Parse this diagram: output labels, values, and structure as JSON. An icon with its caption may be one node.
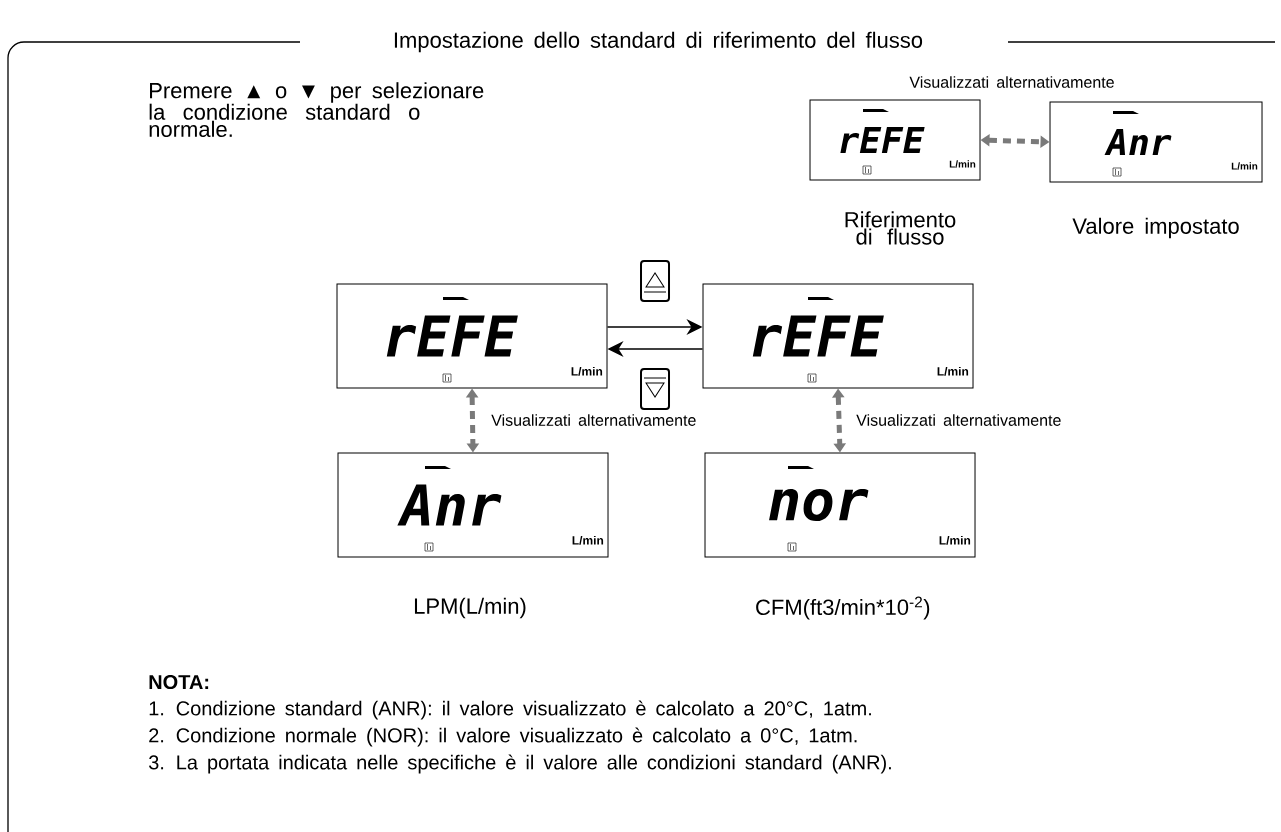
{
  "diagram": {
    "title": "Impostazione dello standard di riferimento del flusso",
    "nodes": [
      {
        "text": [
          "rEFE",
          "L/min"
        ],
        "beside": [
          "Riferimento di flusso"
        ]
      },
      {
        "text": [
          "Anr",
          "L/min"
        ],
        "beside": [
          "Valore impostato"
        ]
      },
      {
        "text": [
          "rEFE",
          "L/min"
        ]
      },
      {
        "text": [
          "rEFE",
          "L/min"
        ]
      },
      {
        "text": [
          "Anr",
          "L/min"
        ],
        "beside": [
          "LPM(L/min)"
        ]
      },
      {
        "text": [
          "nor",
          "L/min"
        ],
        "beside": [
          "CFM(ft3/min*10$^{-2}$)"
        ]
      }
    ],
    "edges": [
      {
        "from": 0,
        "to": 1,
        "arrow": "both",
        "label": "Visualizzati alternativamente",
        "style": "dashed"
      },
      {
        "from": 2,
        "to": 3,
        "arrow": "to",
        "color": "#000000"
      },
      {
        "from": 3,
        "to": 2,
        "arrow": "to",
        "color": "#000000"
      },
      {
        "from": 2,
        "to": 4,
        "arrow": "both",
        "label": "Visualizzati alternativamente",
        "style": "dashed"
      },
      {
        "from": 3,
        "to": 5,
        "arrow": "both",
        "label": "Visualizzati alternativamente",
        "style": "dashed"
      }
    ],
    "labels": [
      "Premere ▲ o ▼ per selezionare la condizione standard o normale.",
      "NOTA:",
      "1. Condizione standard (ANR): il valore visualizzato è calcolato a 20°C, 1atm.",
      "2. Condizione normale (NOR): il valore visualizzato è calcolato a 0°C, 1atm.",
      "3. La portata indicata nelle specifiche è il valore alle condizioni standard (ANR)."
    ]
  }
}
